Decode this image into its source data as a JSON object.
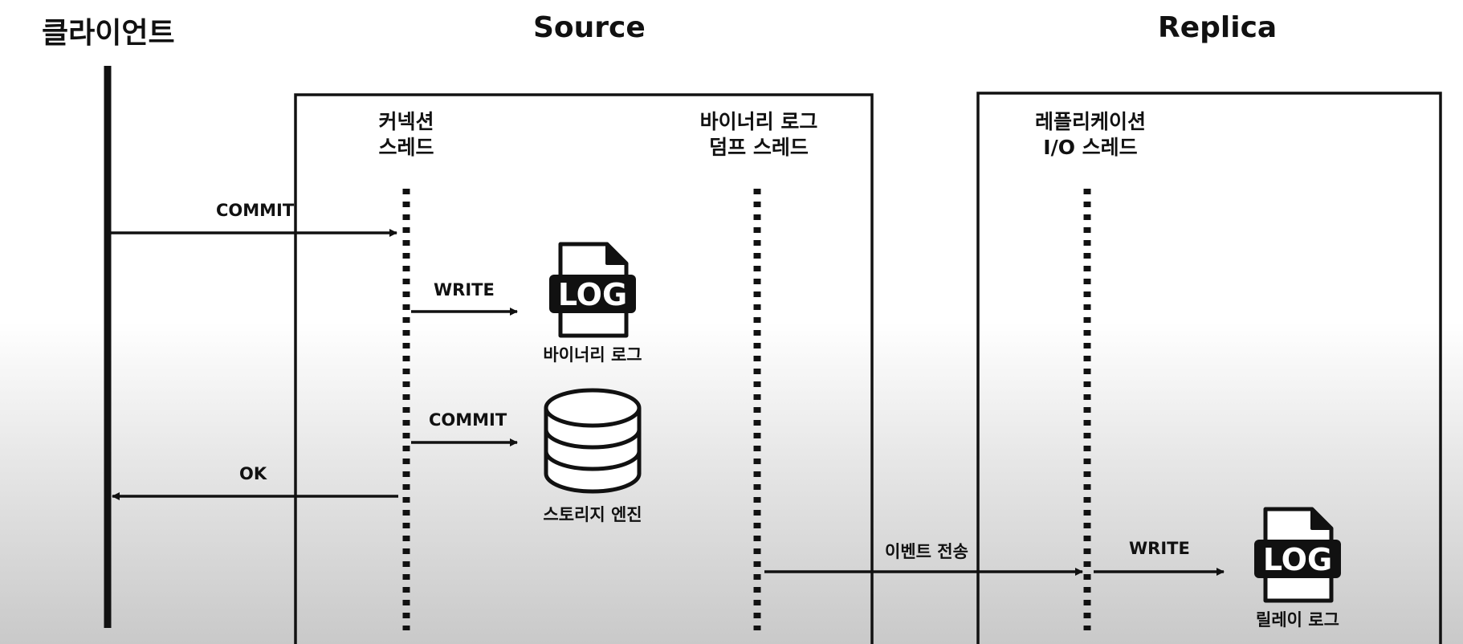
{
  "headers": {
    "client": "클라이언트",
    "source": "Source",
    "replica": "Replica"
  },
  "lanes": {
    "connection_thread": [
      "커넥션",
      "스레드"
    ],
    "binlog_dump_thread": [
      "바이너리 로그",
      "덤프 스레드"
    ],
    "replication_io_thread": [
      "레플리케이션",
      "I/O 스레드"
    ]
  },
  "messages": {
    "client_commit": "COMMIT",
    "write_binlog": "WRITE",
    "commit_engine": "COMMIT",
    "ok": "OK",
    "event_transfer": "이벤트 전송",
    "write_relay": "WRITE"
  },
  "icons": {
    "binlog": {
      "icon": "log-file-icon",
      "text": "LOG",
      "caption": "바이너리 로그"
    },
    "storage": {
      "icon": "database-icon",
      "caption": "스토리지 엔진"
    },
    "relay": {
      "icon": "log-file-icon",
      "text": "LOG",
      "caption": "릴레이 로그"
    }
  }
}
